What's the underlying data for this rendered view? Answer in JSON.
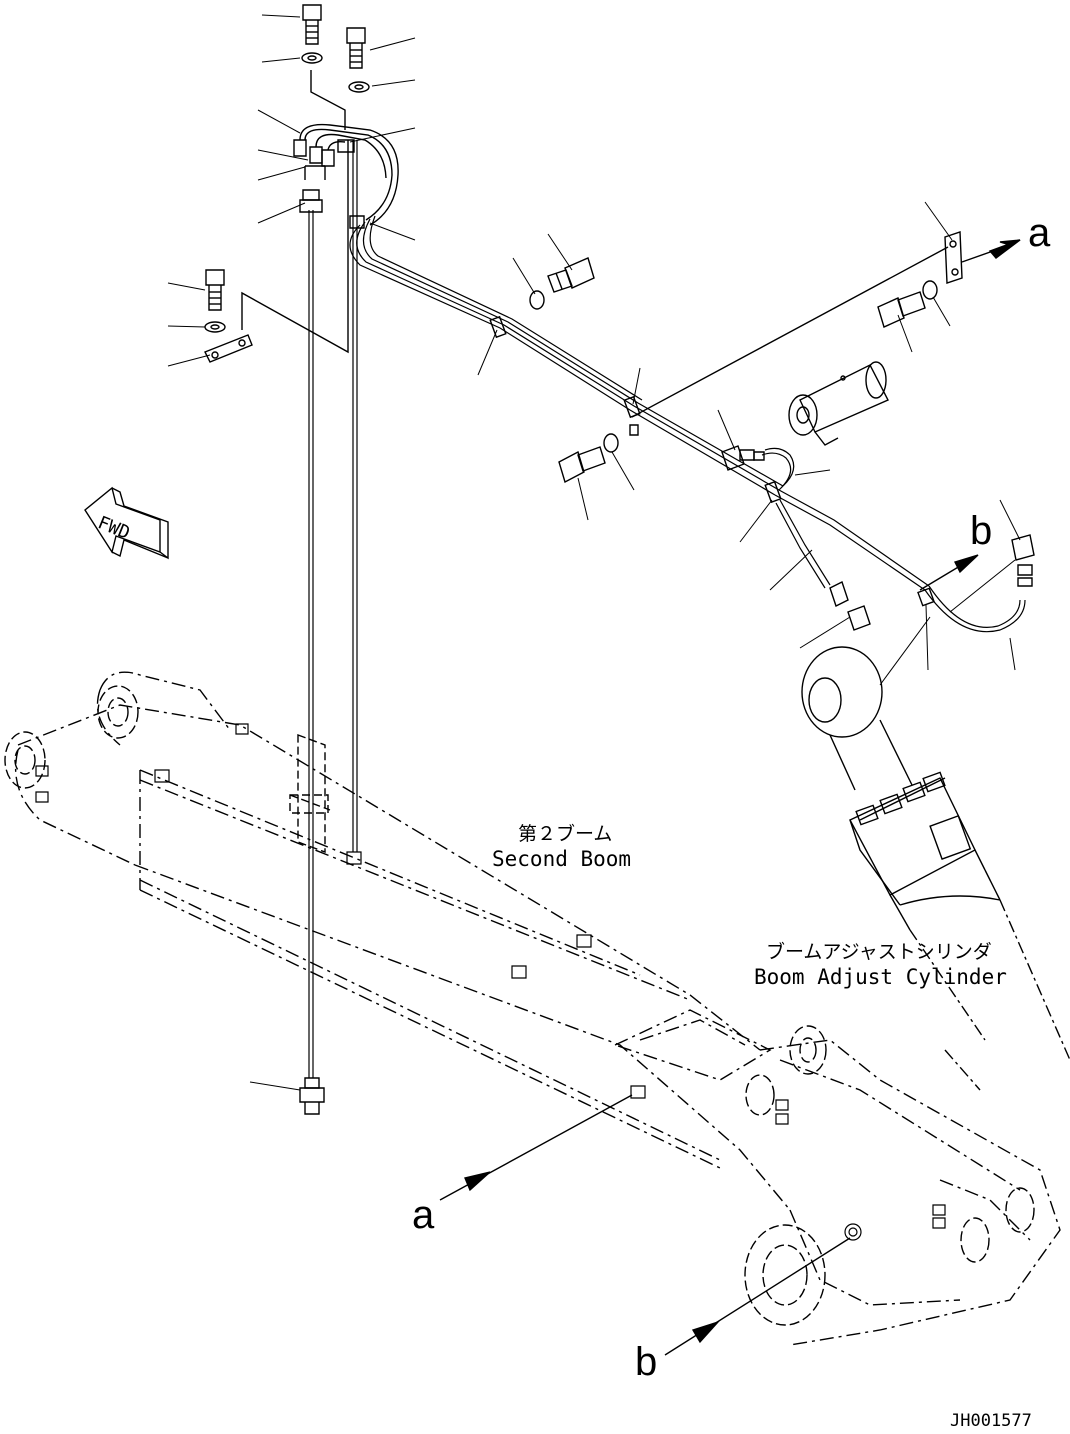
{
  "labels": {
    "part_jp": "第２ブーム",
    "part_en": "Second Boom",
    "cyl_jp": "ブームアジャストシリンダ",
    "cyl_en": "Boom Adjust Cylinder",
    "arrow_a": "a",
    "arrow_b": "b",
    "direction": "FWD",
    "drawing_id": "JH001577"
  }
}
